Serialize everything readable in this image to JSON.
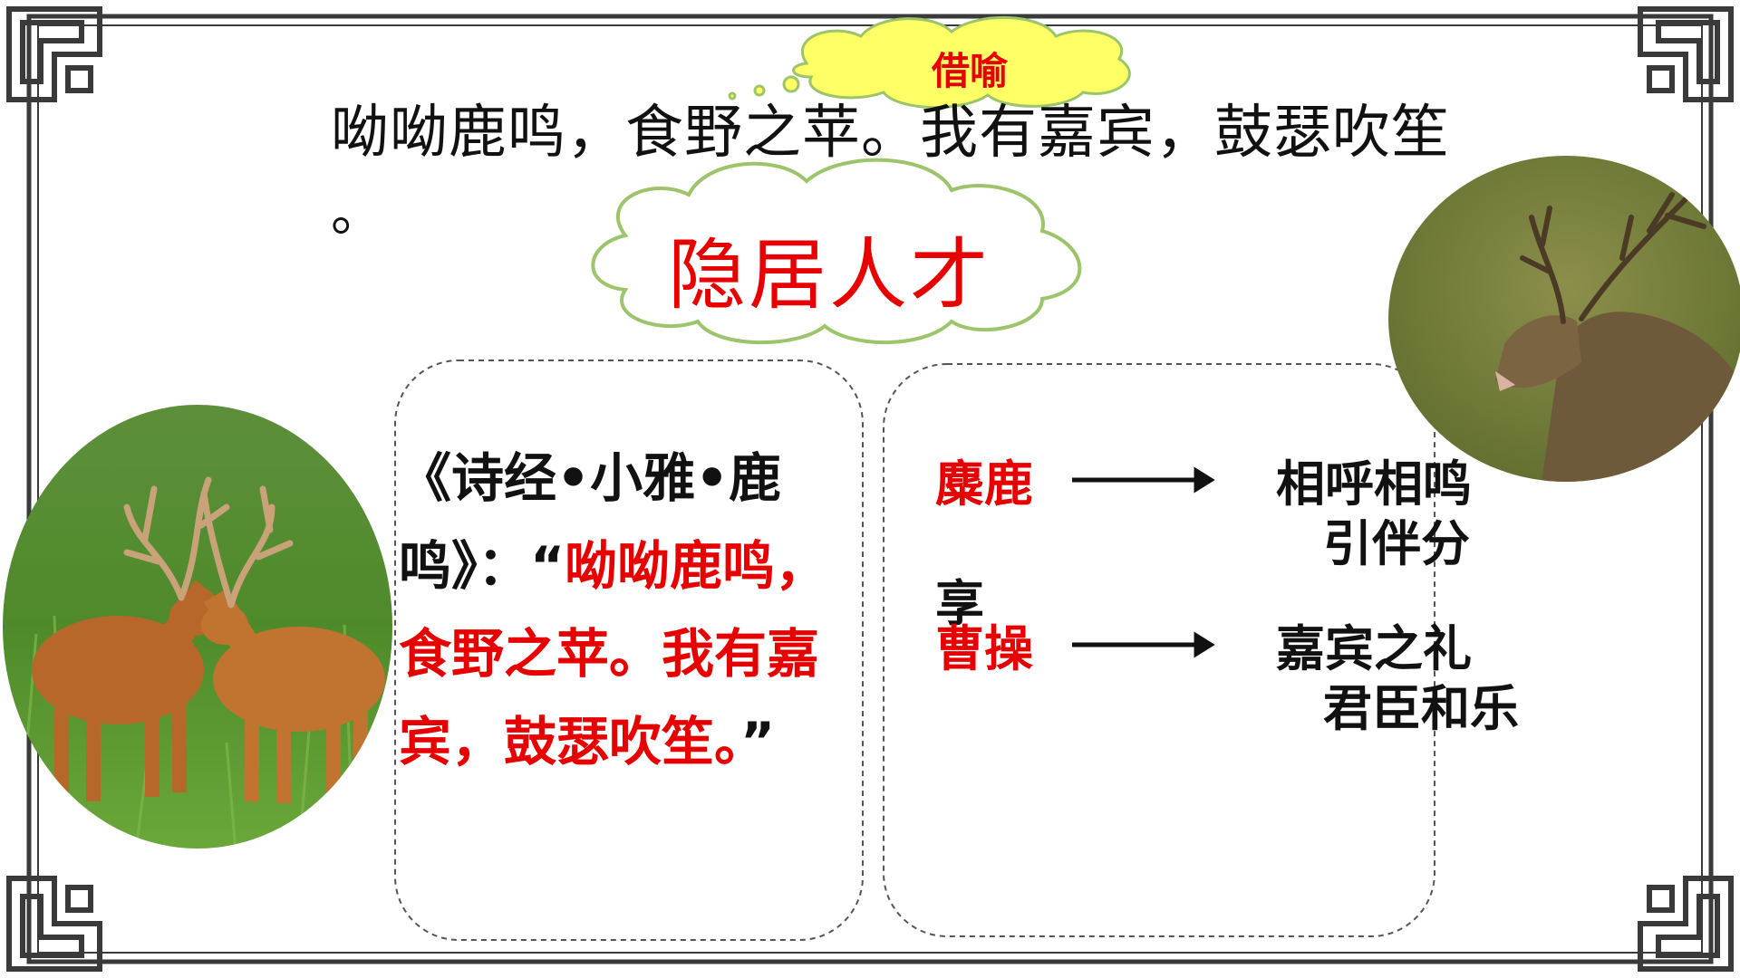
{
  "header": {
    "metaphor_label": "借喻",
    "verse_line": "呦呦鹿鸣，食野之苹。我有嘉宾，鼓瑟吹笙",
    "verse_tail": "。",
    "hermit_label": "隐居人才"
  },
  "quote": {
    "source": "《诗经•小雅•鹿鸣》：“",
    "verse": "呦呦鹿鸣，食野之苹。我有嘉宾，鼓瑟吹笙。",
    "close_mark": "”"
  },
  "mapping": {
    "row1_subject": "麋鹿",
    "row1_result_line1": "相呼相鸣",
    "row1_result_line2": "引伴分",
    "stray_char": "享",
    "row2_subject": "曹操",
    "row2_result_line1": "嘉宾之礼",
    "row2_result_line2": "君臣和乐"
  },
  "colors": {
    "accent_red": "#e60000",
    "cloud_yellow": "#ffff66",
    "cloud_green_outline": "#9cc46a",
    "frame_dark": "#3a3a3a"
  },
  "icons": {
    "left_image": "two-deer-photo",
    "right_image": "roaring-stag-photo",
    "arrow": "right-arrow-icon"
  }
}
